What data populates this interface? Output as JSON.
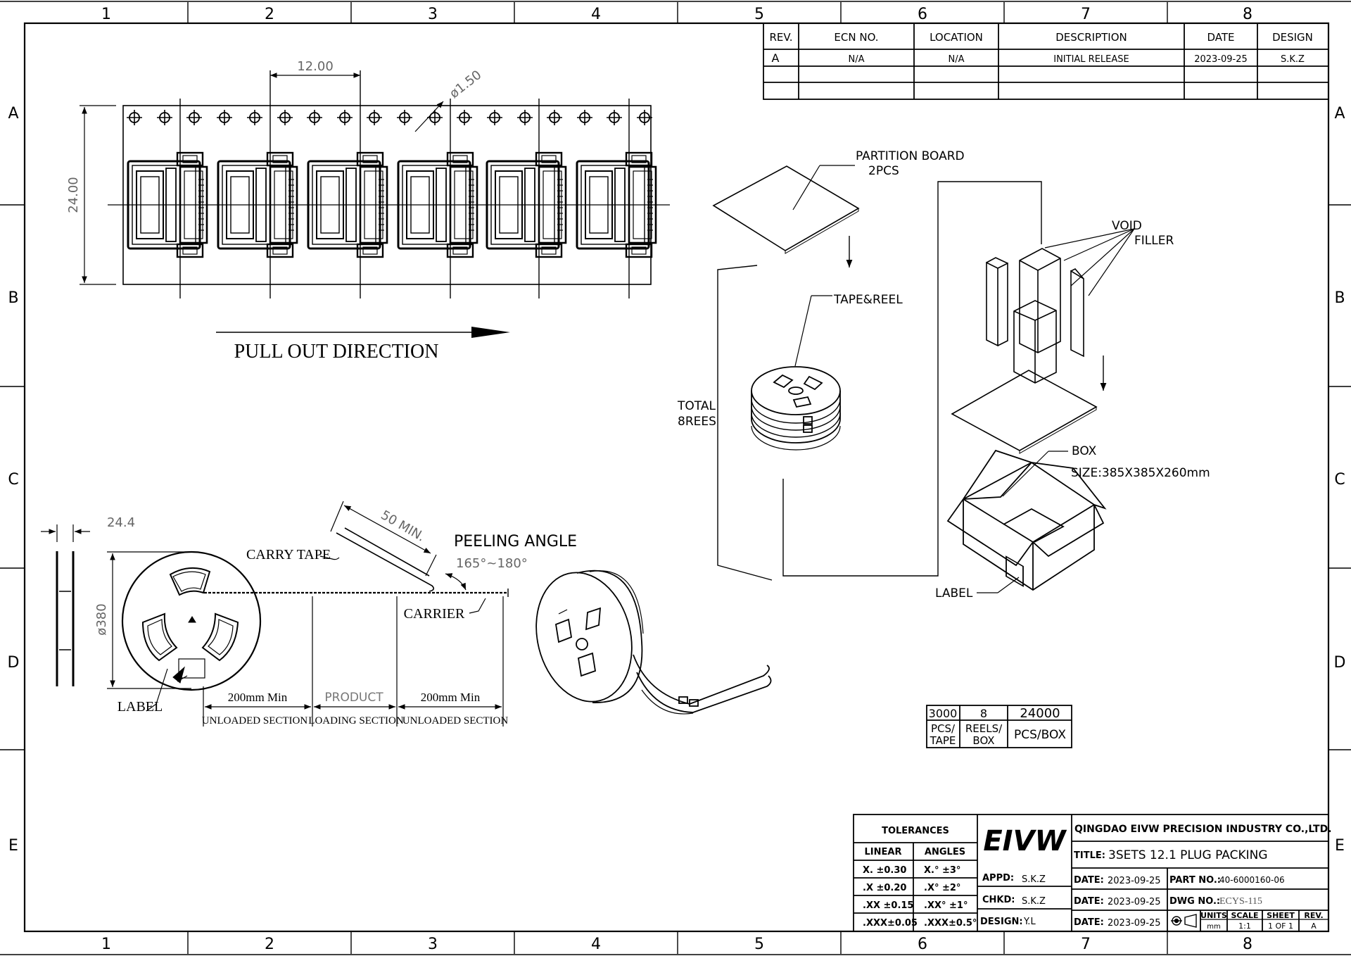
{
  "border": {
    "columns": [
      "1",
      "2",
      "3",
      "4",
      "5",
      "6",
      "7",
      "8"
    ],
    "rows": [
      "A",
      "B",
      "C",
      "D",
      "E"
    ]
  },
  "revision_table": {
    "headers": [
      "REV.",
      "ECN NO.",
      "LOCATION",
      "DESCRIPTION",
      "DATE",
      "DESIGN"
    ],
    "row": [
      "A",
      "N/A",
      "N/A",
      "INITIAL RELEASE",
      "2023-09-25",
      "S.K.Z"
    ]
  },
  "tape_view": {
    "pitch": "12.00",
    "hole_dia": "ø1.50",
    "width": "24.00",
    "direction": "PULL OUT DIRECTION"
  },
  "exploded": {
    "partition": "PARTITION BOARD",
    "partition_qty": "2PCS",
    "tape_reel": "TAPE&REEL",
    "void": "VOID",
    "filler": "FILLER",
    "total": "TOTAL",
    "total_qty": "8REES",
    "box": "BOX",
    "box_size": "SIZE:385X385X260mm",
    "label": "LABEL"
  },
  "reel_view": {
    "reel_width": "24.4",
    "reel_dia": "ø380",
    "carry_tape": "CARRY TAPE",
    "fifty_min": "50 MIN.",
    "peeling": "PEELING ANGLE",
    "angle": "165°~180°",
    "carrier": "CARRIER",
    "label": "LABEL",
    "sec1_len": "200mm Min",
    "sec2_name": "PRODUCT",
    "sec3_len": "200mm Min",
    "sec1": "UNLOADED SECTION",
    "sec2": "LOADING SECTION",
    "sec3": "UNLOADED SECTION"
  },
  "qty_table": {
    "pcs_tape": "3000",
    "reels_box": "8",
    "pcs_box": "24000",
    "pcs_label_1": "PCS/",
    "pcs_label_2": "TAPE",
    "reels_label_1": "REELS/",
    "reels_label_2": "BOX",
    "box_label": "PCS/BOX"
  },
  "title_block": {
    "tolerances": "TOLERANCES",
    "linear": "LINEAR",
    "angles": "ANGLES",
    "lin": [
      "X.  ±0.30",
      ".X  ±0.20",
      ".XX ±0.15",
      ".XXX±0.05"
    ],
    "ang": [
      "X.°  ±3°",
      ".X°  ±2°",
      ".XX° ±1°",
      ".XXX±0.5°"
    ],
    "logo": "EIVW",
    "company": "QINGDAO EIVW PRECISION INDUSTRY CO.,LTD.",
    "title_label": "TITLE:",
    "title": "3SETS 12.1 PLUG PACKING",
    "appd_label": "APPD:",
    "appd": "S.K.Z",
    "chkd_label": "CHKD:",
    "chkd": "S.K.Z",
    "design_label": "DESIGN:",
    "design": "Y.L",
    "date_label": "DATE:",
    "date1": "2023-09-25",
    "date2": "2023-09-25",
    "date3": "2023-09-25",
    "partno_label": "PART NO.:",
    "partno": "40-6000160-06",
    "dwgno_label": "DWG NO.:",
    "dwgno": "ECYS-115",
    "units_label": "UNITS",
    "units": "mm",
    "scale_label": "SCALE",
    "scale": "1:1",
    "sheet_label": "SHEET",
    "sheet": "1 OF 1",
    "rev_label": "REV.",
    "rev": "A"
  }
}
